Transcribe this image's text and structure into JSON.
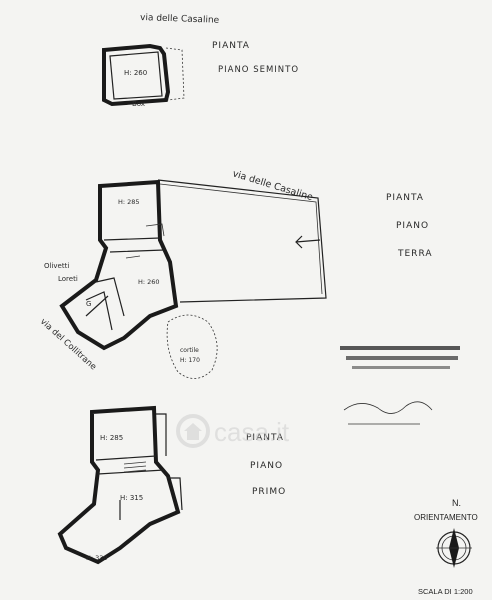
{
  "streets": {
    "top": "via delle Casaline",
    "middle": "via delle Casaline",
    "side": "via del Collitrane"
  },
  "plan_seminterrato": {
    "line1": "PIANTA",
    "line2": "PIANO SEMINTO",
    "room_height": "H: 260",
    "note": "Box"
  },
  "plan_terra": {
    "line1": "PIANTA",
    "line2": "PIANO",
    "line3": "TERRA",
    "room_top_height": "H: 285",
    "room_mid_height": "H: 260",
    "neighbors_label_1": "Olivetti",
    "neighbors_label_2": "Loreti",
    "cortile_label": "cortile",
    "cortile_height": "H: 170",
    "room_letter": "G"
  },
  "plan_primo": {
    "line1": "PIANTA",
    "line2": "PIANO",
    "line3": "PRIMO",
    "room_top_height": "H: 285",
    "room_mid_height": "H: 315",
    "room_bottom_height": "H: 330"
  },
  "watermark": "casa.it",
  "orientation": {
    "north": "N.",
    "label": "ORIENTAMENTO"
  },
  "scale": {
    "label": "SCALA DI 1:200"
  },
  "colors": {
    "ink": "#1a1a1a",
    "paper": "#f4f4f2",
    "watermark": "#d9d9d9"
  }
}
